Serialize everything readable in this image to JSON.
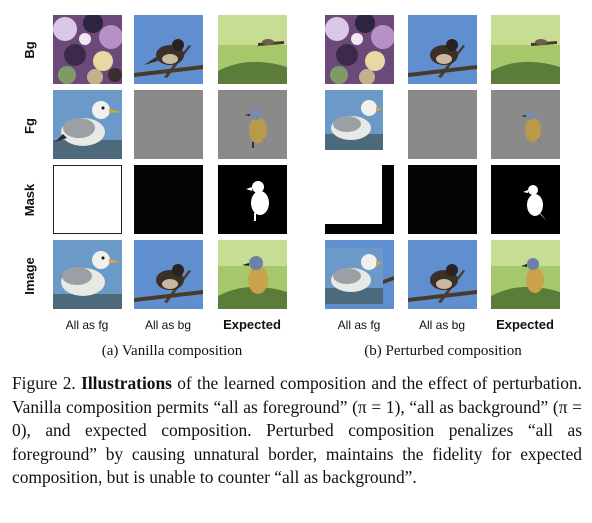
{
  "row_labels": {
    "bg": "Bg",
    "fg": "Fg",
    "mask": "Mask",
    "image": "Image"
  },
  "column_labels": {
    "all_as_fg": "All as fg",
    "all_as_bg": "All as bg",
    "expected": "Expected"
  },
  "panels": {
    "a": "(a) Vanilla composition",
    "b": "(b) Perturbed composition"
  },
  "caption": {
    "figure_number": "Figure 2.",
    "title_bold": "Illustrations",
    "text": " of the learned composition and the effect of perturbation. Vanilla composition permits “all as foreground” (π = 1), “all as background” (π = 0), and expected composition. Perturbed composition penalizes “all as foreground” by causing unnatural border, maintains the fidelity for expected composition, but is unable to counter “all as background”."
  },
  "colors": {
    "gray_fg": "#8a8a8a",
    "mask_black": "#000000",
    "mask_white": "#ffffff",
    "sky_blue": "#5f8fcf",
    "grass_green": "#7ea24a"
  }
}
